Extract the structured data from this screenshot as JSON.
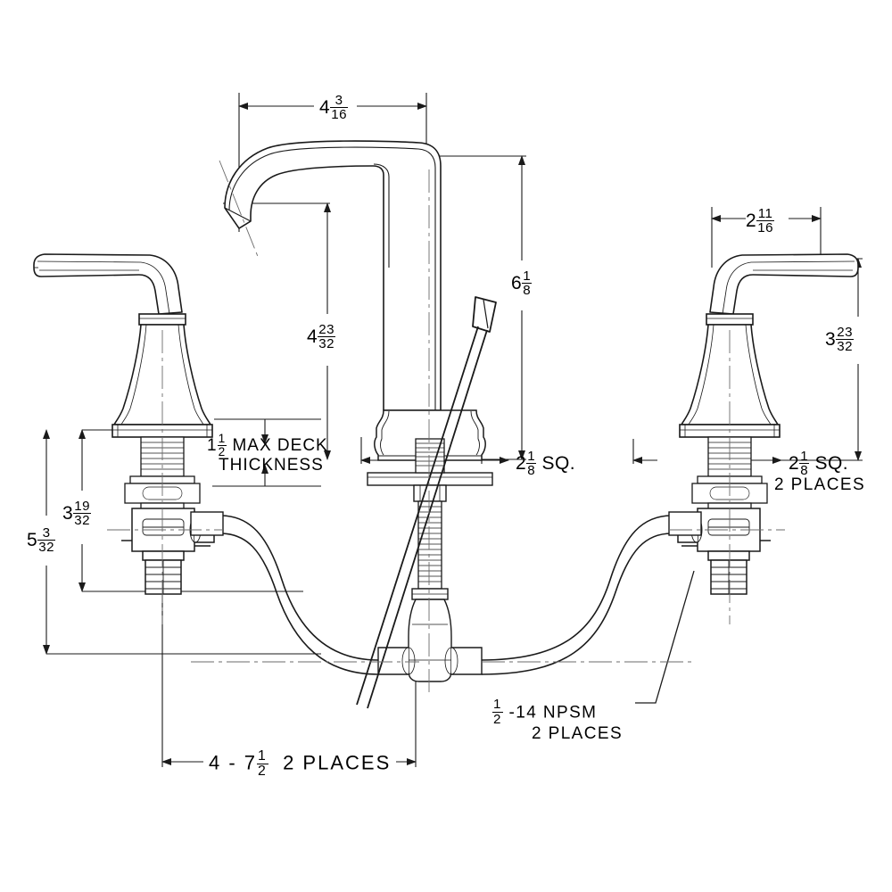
{
  "drawing": {
    "title": "Widespread Lavatory Faucet Dimensional Drawing",
    "line_color": "#1a1a1a",
    "bg_color": "#ffffff"
  },
  "dimensions": {
    "spout_reach": {
      "whole": "4",
      "num": "3",
      "den": "16",
      "name": "spout-reach"
    },
    "spout_height_mid": {
      "whole": "4",
      "num": "23",
      "den": "32",
      "name": "spout-mid-height"
    },
    "spout_height_total": {
      "whole": "6",
      "num": "1",
      "den": "8",
      "name": "spout-overall-height"
    },
    "handle_reach": {
      "whole": "2",
      "num": "11",
      "den": "16",
      "name": "handle-reach"
    },
    "handle_height": {
      "whole": "3",
      "num": "23",
      "den": "32",
      "name": "handle-height"
    },
    "valve_height": {
      "whole": "3",
      "num": "19",
      "den": "32",
      "name": "valve-body-height"
    },
    "shank_total": {
      "whole": "5",
      "num": "3",
      "den": "32",
      "name": "shank-total-height"
    },
    "deck_thickness": {
      "whole": "1",
      "num": "1",
      "den": "2"
    },
    "base_sq_center": {
      "whole": "2",
      "num": "1",
      "den": "8"
    },
    "base_sq_right": {
      "whole": "2",
      "num": "1",
      "den": "8"
    },
    "npsm_size": {
      "whole": "",
      "num": "1",
      "den": "2"
    }
  },
  "notes": {
    "deck_line1_suffix": "MAX DECK",
    "deck_line2": "THICKNESS",
    "sq_center_suffix": "SQ.",
    "sq_right_suffix": "SQ.",
    "sq_right_line2": "2 PLACES",
    "npsm_suffix": "-14 NPSM",
    "npsm_line2": "2 PLACES",
    "spread_prefix": "4 - 7",
    "spread_suffix": "2 PLACES"
  }
}
